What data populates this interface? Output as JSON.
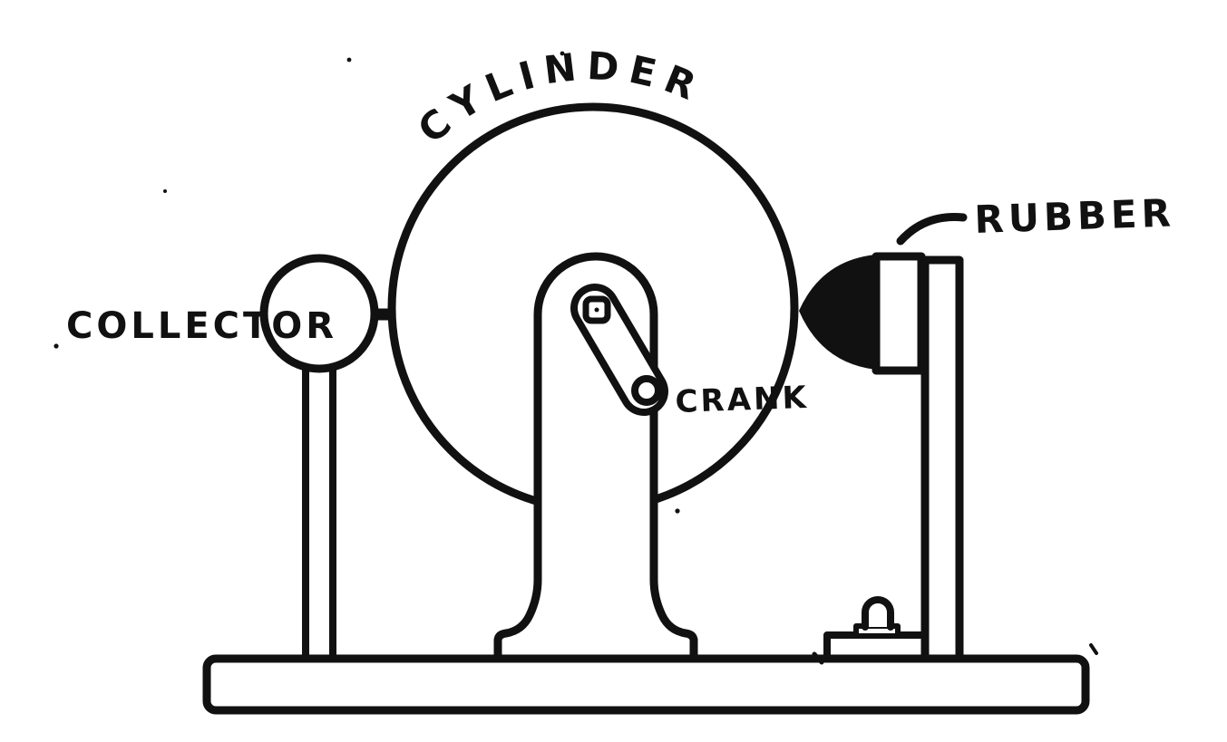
{
  "colors": {
    "ink": "#111111",
    "paper": "#ffffff"
  },
  "diagram": {
    "labels": {
      "cylinder": "CYLINDER",
      "collector": "COLLECTOR",
      "rubber": "RUBBER",
      "crank": "CRANK"
    }
  }
}
